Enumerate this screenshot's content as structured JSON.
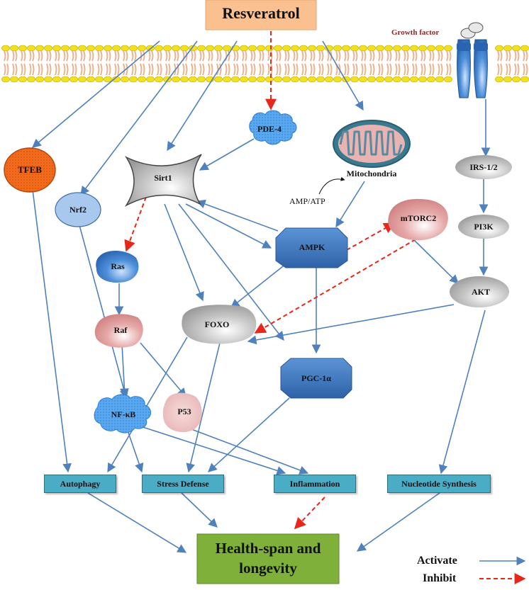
{
  "title": "Resveratrol",
  "growth_factor": "Growth factor",
  "nodes": {
    "pde4": "PDE-4",
    "mitochondria": "Mitochondria",
    "amp_atp": "AMP/ATP",
    "tfeb": "TFEB",
    "nrf2": "Nrf2",
    "sirt1": "Sirt1",
    "irs": "IRS-1/2",
    "pi3k": "PI3K",
    "mtorc2": "mTORC2",
    "ampk": "AMPK",
    "akt": "AKT",
    "ras": "Ras",
    "raf": "Raf",
    "foxo": "FOXO",
    "pgc1a": "PGC-1α",
    "nfkb": "NF-κB",
    "p53": "P53"
  },
  "outcomes": {
    "autophagy": "Autophagy",
    "stress_defense": "Stress Defense",
    "inflammation": "Inflammation",
    "nucleotide": "Nucleotide Synthesis"
  },
  "result": {
    "line1": "Health-span and",
    "line2": "longevity"
  },
  "legend": {
    "activate": "Activate",
    "inhibit": "Inhibit"
  },
  "colors": {
    "arrow": "#4f81bd",
    "inhibit": "#e8261a",
    "tfeb": "#f26b1d",
    "outcome_box": "#4bacc6",
    "result_box": "#7fb03a",
    "title_box": "#fac090",
    "membrane_head": "#f3e21a",
    "membrane_tail": "#e8b38f",
    "growth_factor_text": "#8b2a2a"
  }
}
